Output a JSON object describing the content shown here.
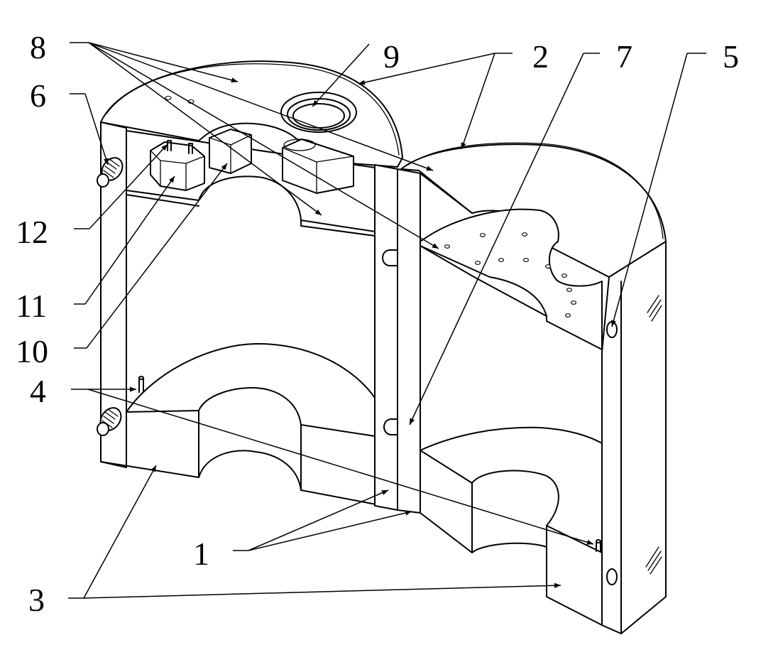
{
  "colors": {
    "line": "#000000",
    "background": "#ffffff"
  },
  "labels": [
    {
      "id": "8",
      "text": "8"
    },
    {
      "id": "9",
      "text": "9"
    },
    {
      "id": "2",
      "text": "2"
    },
    {
      "id": "7",
      "text": "7"
    },
    {
      "id": "5",
      "text": "5"
    },
    {
      "id": "6",
      "text": "6"
    },
    {
      "id": "12",
      "text": "12"
    },
    {
      "id": "11",
      "text": "11"
    },
    {
      "id": "10",
      "text": "10"
    },
    {
      "id": "4",
      "text": "4"
    },
    {
      "id": "1",
      "text": "1"
    },
    {
      "id": "3",
      "text": "3"
    }
  ]
}
